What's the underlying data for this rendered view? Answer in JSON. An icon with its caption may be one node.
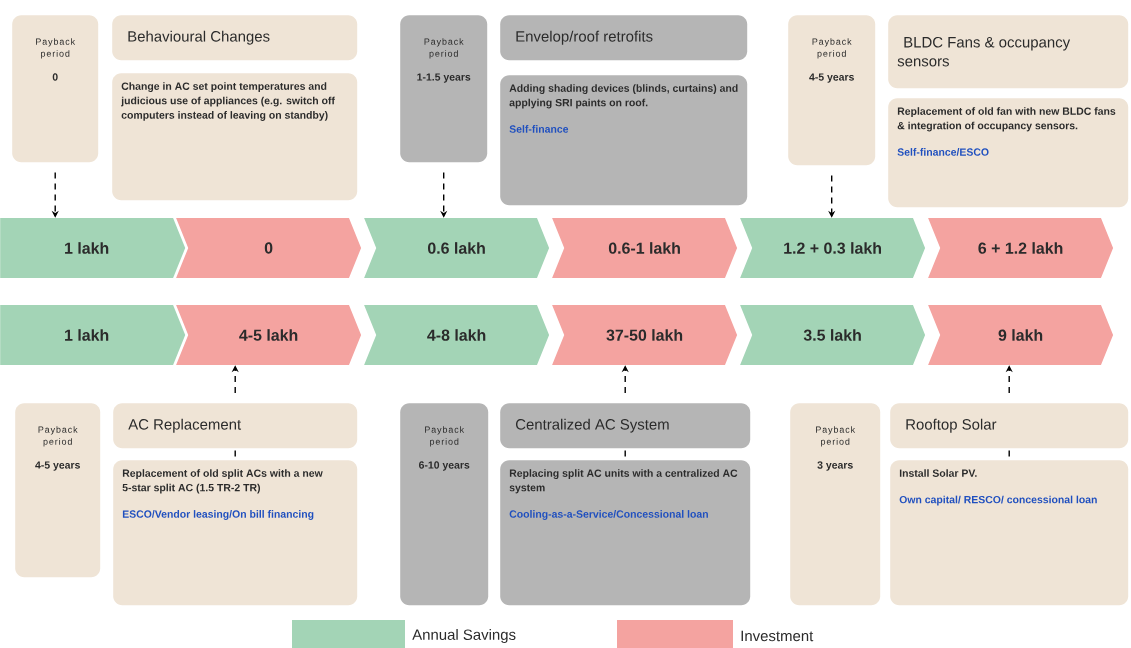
{
  "diagram": {
    "nodes": [
      {
        "text": [
          "Payback period",
          "0"
        ]
      },
      {
        "text": [
          "Behavioural Changes"
        ]
      },
      {
        "text": [
          "Change in AC set point temperatures and judicious use of appliances (e.g. switch off computers instead of leaving on standby)"
        ]
      },
      {
        "text": [
          "Payback period",
          "1-1.5 years"
        ]
      },
      {
        "text": [
          "Envelop/roof retrofits"
        ]
      },
      {
        "text": [
          "Adding shading devices (blinds, curtains) and applying SRI paints on roof.",
          "Self-finance"
        ]
      },
      {
        "text": [
          "Payback period",
          "4-5 years"
        ]
      },
      {
        "text": [
          "BLDC Fans & occupancy sensors"
        ]
      },
      {
        "text": [
          "Replacement of old fan with new BLDC fans & integration of occupancy sensors.",
          "Self-finance/ESCO"
        ]
      },
      {
        "text": [
          "1 lakh"
        ]
      },
      {
        "text": [
          "0"
        ]
      },
      {
        "text": [
          "0.6 lakh"
        ]
      },
      {
        "text": [
          "0.6-1 lakh"
        ]
      },
      {
        "text": [
          "1.2 + 0.3 lakh"
        ]
      },
      {
        "text": [
          "6 + 1.2 lakh"
        ]
      },
      {
        "text": [
          "1 lakh"
        ]
      },
      {
        "text": [
          "4-5 lakh"
        ]
      },
      {
        "text": [
          "4-8 lakh"
        ]
      },
      {
        "text": [
          "37-50 lakh"
        ]
      },
      {
        "text": [
          "3.5 lakh"
        ]
      },
      {
        "text": [
          "9 lakh"
        ]
      },
      {
        "text": [
          "Payback period",
          "4-5 years"
        ]
      },
      {
        "text": [
          "AC Replacement"
        ]
      },
      {
        "text": [
          "Replacement of old split ACs with a new 5-star split AC (1.5 TR-2 TR)",
          "ESCO/Vendor leasing/On bill financing"
        ]
      },
      {
        "text": [
          "Payback period",
          "6-10 years"
        ]
      },
      {
        "text": [
          "Centralized AC System"
        ]
      },
      {
        "text": [
          "Replacing split AC units with a centralized AC system",
          "Cooling-as-a-Service/Concessional loan"
        ]
      },
      {
        "text": [
          "Payback period",
          "3 years"
        ]
      },
      {
        "text": [
          "Rooftop Solar"
        ]
      },
      {
        "text": [
          "Install Solar PV.",
          "Own capital/ RESCO/ concessional loan"
        ]
      }
    ],
    "edges": [
      {
        "from": 0,
        "to": 9,
        "arrow": "to",
        "style": "dashed"
      },
      {
        "from": 3,
        "to": 11,
        "arrow": "to",
        "style": "dashed"
      },
      {
        "from": 6,
        "to": 13,
        "arrow": "to",
        "style": "dashed"
      },
      {
        "from": 22,
        "to": 16,
        "arrow": "to",
        "style": "dashed"
      },
      {
        "from": 25,
        "to": 18,
        "arrow": "to",
        "style": "dashed"
      },
      {
        "from": 28,
        "to": 20,
        "arrow": "to",
        "style": "dashed"
      },
      {
        "from": 22,
        "to": 23,
        "arrow": "none",
        "style": "dashed"
      },
      {
        "from": 25,
        "to": 26,
        "arrow": "none",
        "style": "dashed"
      },
      {
        "from": 28,
        "to": 29,
        "arrow": "none",
        "style": "dashed"
      }
    ],
    "legend": [
      {
        "text": "Annual Savings",
        "color": "#a3d4b6"
      },
      {
        "text": "Investment",
        "color": "#f4a3a0"
      }
    ]
  }
}
